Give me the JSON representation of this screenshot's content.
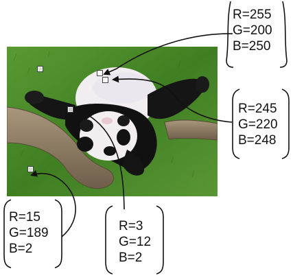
{
  "pixel_readouts": [
    {
      "id": "top",
      "lines": [
        "R=255",
        "G=200",
        "B=250"
      ]
    },
    {
      "id": "right",
      "lines": [
        "R=245",
        "G=220",
        "B=248"
      ]
    },
    {
      "id": "bottom-left",
      "lines": [
        "R=15",
        "G=189",
        "B=2"
      ]
    },
    {
      "id": "bottom-center",
      "lines": [
        "R=3",
        "G=12",
        "B=2"
      ]
    }
  ],
  "colors": {
    "grass": "#4c8a2a",
    "grass_dark": "#2f6a1c",
    "panda_black": "#151515",
    "panda_white": "#f3eff1",
    "branch": "#8c7a62",
    "arrow": "#111111"
  }
}
